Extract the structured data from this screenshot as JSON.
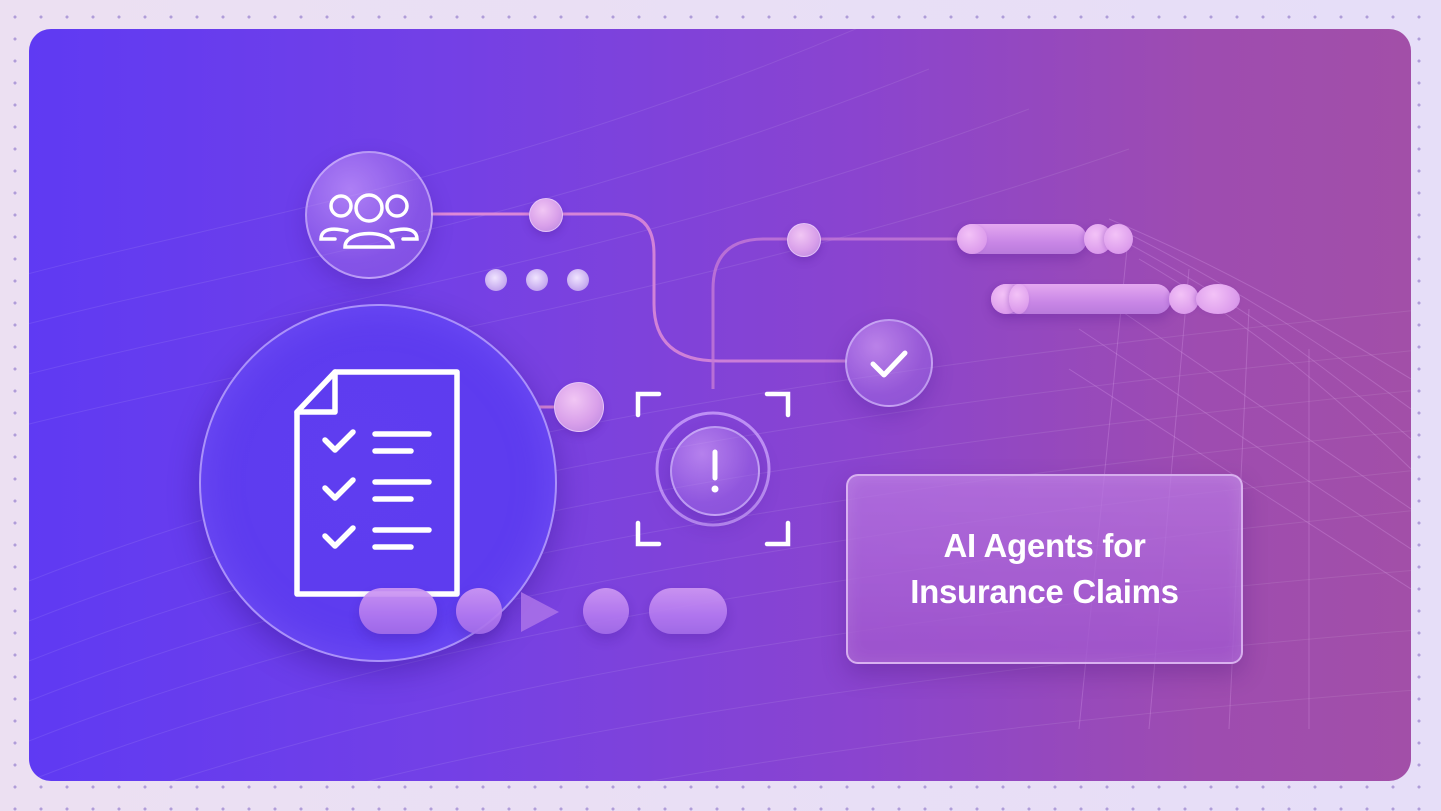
{
  "banner": {
    "title_lines": [
      "AI Agents for",
      "Insurance Claims"
    ],
    "colors": {
      "outer_background": "#ece0f4",
      "dot_pattern": "#a996d6",
      "card_gradient_start": "#5f3af3",
      "card_gradient_end": "#a24fa8",
      "connector_line": "#d98ad6",
      "icon_stroke": "#ffffff",
      "bead": "#e0a8ee",
      "title_box_border": "#e1bef5",
      "title_text": "#ffffff"
    }
  },
  "icons": {
    "team": "users-group-icon",
    "document": "checklist-document-icon",
    "alert": "exclamation-alert-icon",
    "approved": "checkmark-icon",
    "scan_frame": "scan-frame-corners-icon",
    "play": "play-triangle-icon"
  },
  "decor": {
    "loading_dots_count": 3,
    "checklist_items": 3,
    "pill_bars": 2
  }
}
